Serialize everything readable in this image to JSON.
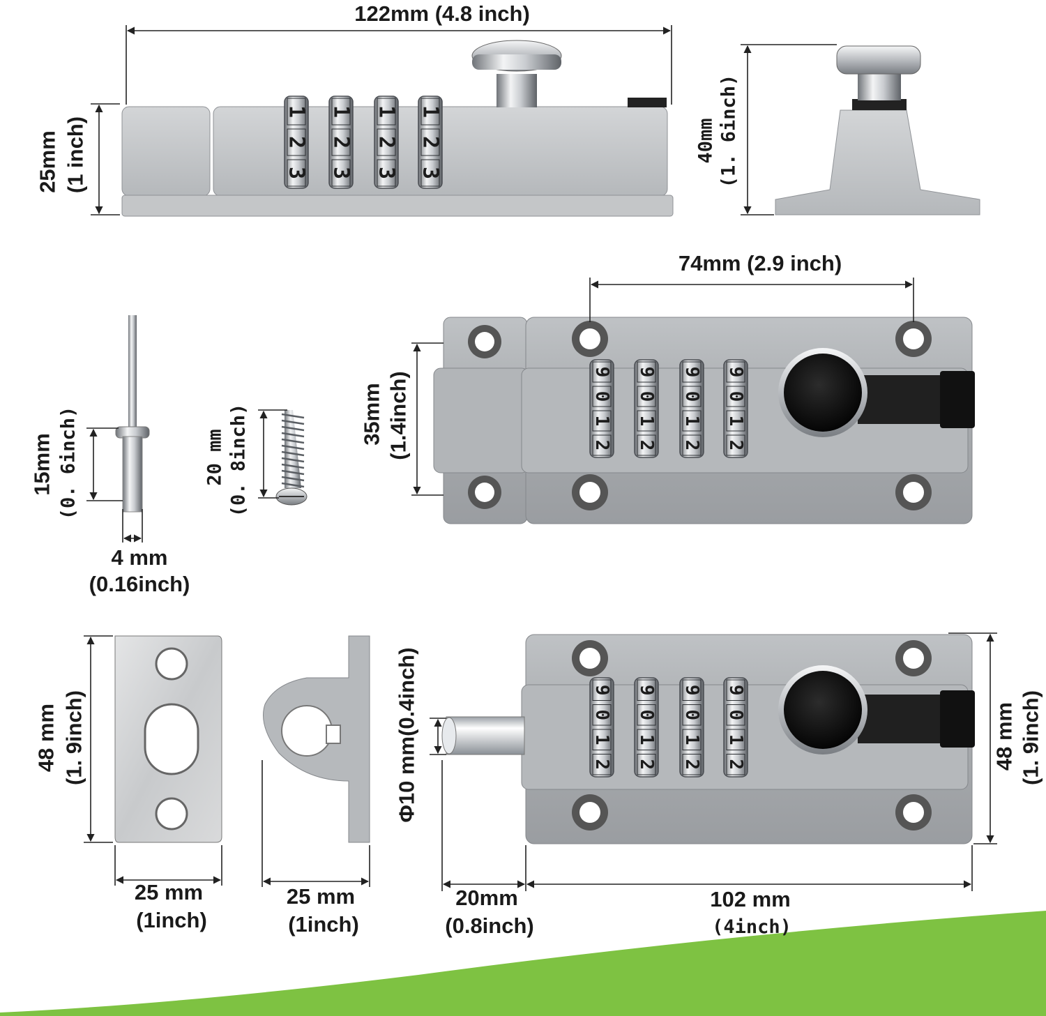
{
  "dimensions": {
    "top_length": "122mm  (4.8 inch)",
    "top_height_mm": "25mm",
    "top_height_in": "(1 inch)",
    "side_height_mm": "40mm",
    "side_height_in": "(1. 6inch)",
    "mid_width": "74mm  (2.9 inch)",
    "mid_height_mm": "35mm",
    "mid_height_in": "(1.4inch)",
    "rivet_length_mm": "15mm",
    "rivet_length_in": "(0. 6inch)",
    "rivet_dia_mm": "4 mm",
    "rivet_dia_in": "(0.16inch)",
    "screw_length_mm": "20 mm",
    "screw_length_in": "(0. 8inch)",
    "plate_height_mm": "48 mm",
    "plate_height_in": "(1. 9inch)",
    "plate_width_mm": "25 mm",
    "plate_width_in": "(1inch)",
    "keeper_width_mm": "25 mm",
    "keeper_width_in": "(1inch)",
    "bolt_dia": "Φ10 mm(0.4inch)",
    "bolt_extend_mm": "20mm",
    "bolt_extend_in": "(0.8inch)",
    "lock_length_mm": "102 mm",
    "lock_length_in": "(4inch)",
    "lock_height_mm": "48 mm",
    "lock_height_in": "(1. 9inch)"
  },
  "dial_digits_top": [
    "1",
    "2",
    "3"
  ],
  "dial_digits_front": [
    "9",
    "0",
    "1",
    "2"
  ],
  "colors": {
    "body": "#a9acaf",
    "body_dark": "#8e9195",
    "chrome": "#dfe1e3",
    "knob": "#141414",
    "accent_green": "#7ec242"
  }
}
